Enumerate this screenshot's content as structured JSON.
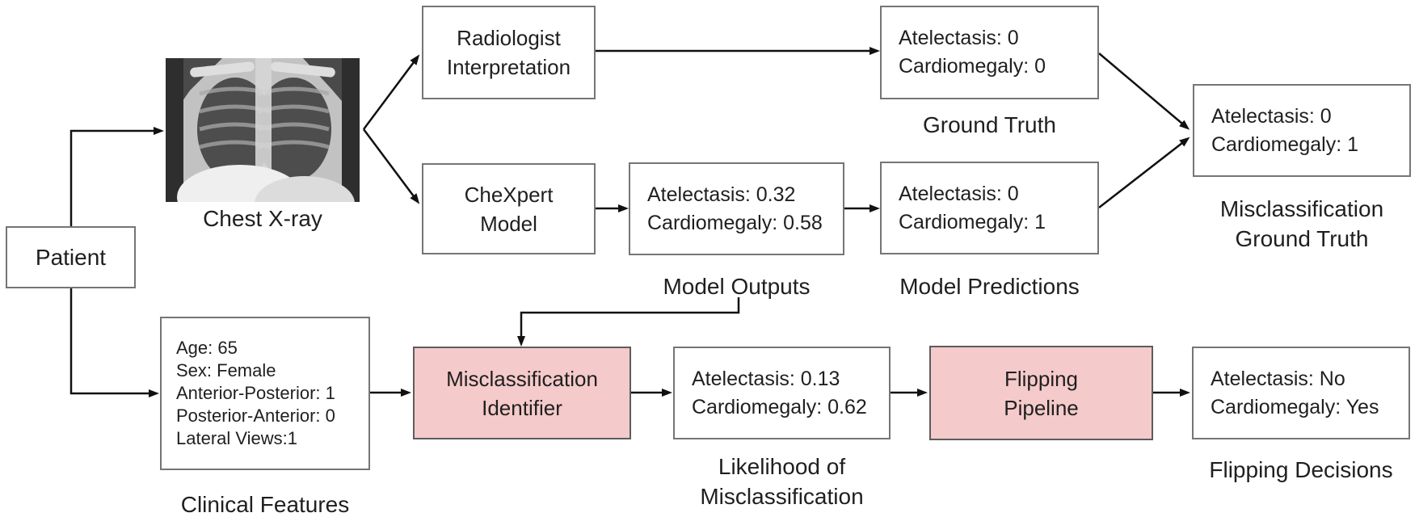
{
  "diagram": {
    "boxes": {
      "patient": {
        "label": "Patient"
      },
      "radiologist": {
        "lines": [
          "Radiologist",
          "Interpretation"
        ]
      },
      "chexpert": {
        "lines": [
          "CheXpert",
          "Model"
        ]
      },
      "model_outputs": {
        "lines": [
          "Atelectasis: 0.32",
          "Cardiomegaly: 0.58"
        ]
      },
      "ground_truth": {
        "lines": [
          "Atelectasis: 0",
          "Cardiomegaly: 0"
        ]
      },
      "model_predictions": {
        "lines": [
          "Atelectasis: 0",
          "Cardiomegaly: 1"
        ]
      },
      "misclassification_ground_truth": {
        "lines": [
          "Atelectasis: 0",
          "Cardiomegaly: 1"
        ]
      },
      "clinical_features": {
        "lines": [
          "Age: 65",
          "Sex: Female",
          "Anterior-Posterior: 1",
          "Posterior-Anterior: 0",
          "Lateral Views:1"
        ]
      },
      "misclassification_identifier": {
        "lines": [
          "Misclassification",
          "Identifier"
        ]
      },
      "likelihood_of_misclassification": {
        "lines": [
          "Atelectasis: 0.13",
          "Cardiomegaly: 0.62"
        ]
      },
      "flipping_pipeline": {
        "lines": [
          "Flipping",
          "Pipeline"
        ]
      },
      "flipping_decisions": {
        "lines": [
          "Atelectasis: No",
          "Cardiomegaly: Yes"
        ]
      }
    },
    "labels": {
      "chest_xray": "Chest X-ray",
      "ground_truth": "Ground Truth",
      "model_outputs": "Model Outputs",
      "model_predictions": "Model Predictions",
      "misclassification_ground_truth": {
        "lines": [
          "Misclassification",
          "Ground Truth"
        ]
      },
      "clinical_features": "Clinical Features",
      "likelihood_of_misclassification": {
        "lines": [
          "Likelihood of",
          "Misclassification"
        ]
      },
      "flipping_decisions": "Flipping Decisions"
    },
    "colors": {
      "highlight_fill": "#f5caca",
      "box_border": "#757575",
      "highlight_border": "#5c5c5c",
      "arrow": "#111111",
      "text": "#1f1f1f",
      "background": "#ffffff"
    }
  }
}
